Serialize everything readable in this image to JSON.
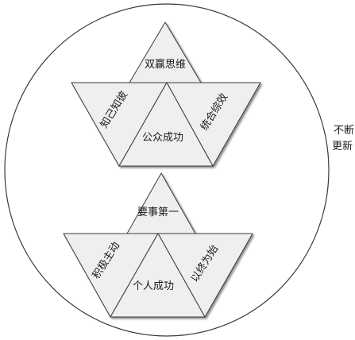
{
  "side_label": {
    "line1": "不断",
    "line2": "更新"
  },
  "upper_group": {
    "top": "双赢思维",
    "left": "知己知彼",
    "center": "公众成功",
    "right": "统合综效"
  },
  "lower_group": {
    "top": "要事第一",
    "left": "积极主动",
    "center": "个人成功",
    "right": "以终为始"
  },
  "colors": {
    "triangle_fill": "#efefef",
    "stroke": "#3a3a3a",
    "background": "#ffffff"
  }
}
